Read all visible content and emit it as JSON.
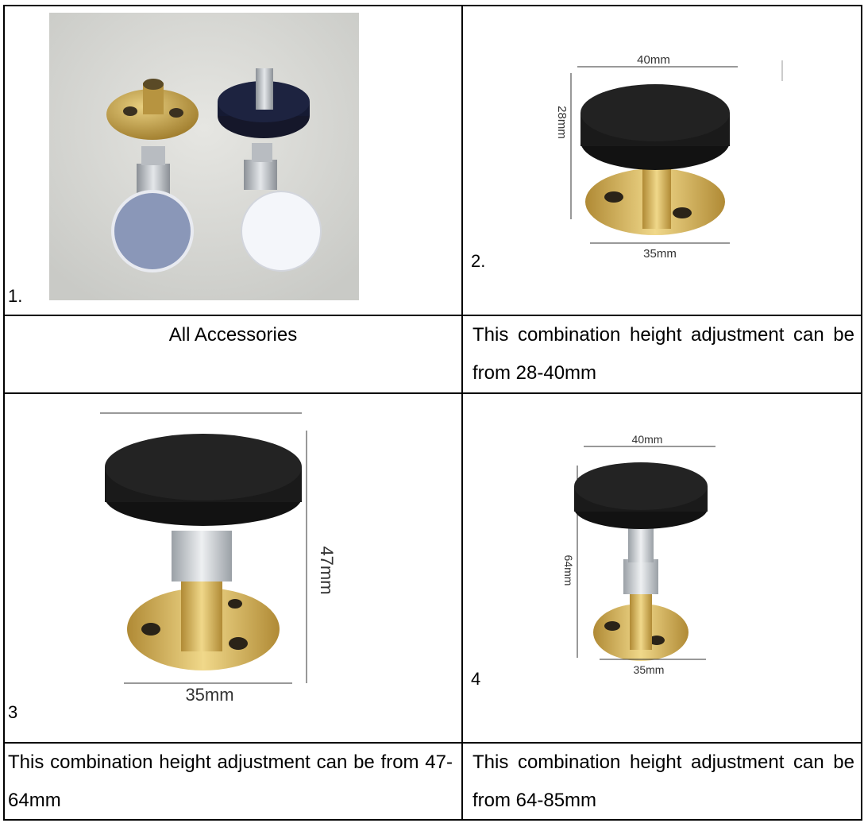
{
  "cells": {
    "c1": {
      "number": "1.",
      "caption": "All Accessories"
    },
    "c2": {
      "number": "2.",
      "caption": "This combination height adjustment can be from 28-40mm",
      "dim_top": "40mm",
      "dim_side": "28mm",
      "dim_bottom": "35mm"
    },
    "c3": {
      "number": "3",
      "caption": "This combination height adjustment can be from 47-64mm",
      "dim_side": "47mm",
      "dim_bottom": "35mm"
    },
    "c4": {
      "number": "4",
      "caption": "This combination height adjustment can be from 64-85mm",
      "dim_top": "40mm",
      "dim_side": "64mm",
      "dim_bottom": "35mm"
    }
  },
  "icons": {
    "photo": "accessories-photo",
    "knob": "leveling-foot-image"
  },
  "colors": {
    "border": "#000000",
    "knob": "#1c1c1c",
    "brass": "#c9a64a",
    "steel": "#c8ccd0",
    "felt": "#8a97b8",
    "photo_bg": "#d9dad6"
  }
}
